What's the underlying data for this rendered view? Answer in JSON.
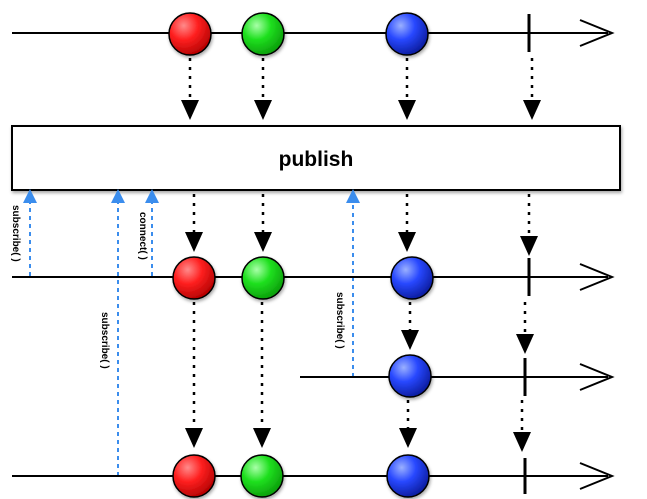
{
  "operator": {
    "label": "publish"
  },
  "calls": {
    "subscribe_1": "subscribe( )",
    "connect": "connect( )",
    "subscribe_2": "subscribe( )",
    "subscribe_3": "subscribe( )"
  },
  "colors": {
    "line": "#000000",
    "call_arrow": "#3b8ded",
    "marble_red": "#ff2a2a",
    "marble_green": "#22dd22",
    "marble_blue": "#2244ff"
  },
  "marbles": [
    {
      "color": "marble_red"
    },
    {
      "color": "marble_green"
    },
    {
      "color": "marble_blue"
    }
  ],
  "icons": {
    "marble": "circle-marble-icon",
    "completion": "vertical-bar-completion-icon",
    "timeline_end": "open-arrowhead-icon"
  }
}
